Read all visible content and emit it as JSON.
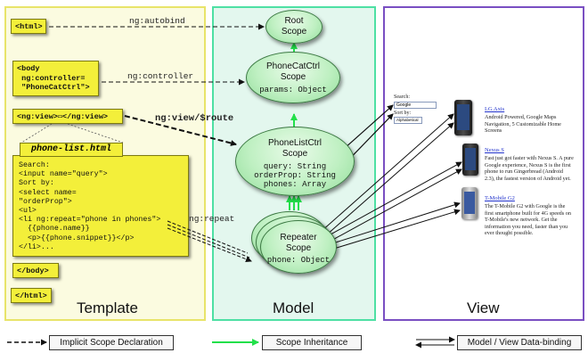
{
  "panels": {
    "template_title": "Template",
    "model_title": "Model",
    "view_title": "View"
  },
  "template": {
    "html_open": "<html>",
    "body_open": "<body\n ng:controller=\n \"PhoneCatCtrl\">",
    "ngview": "<ng:view>▭</ng:view>",
    "file_tab": "phone-list.html",
    "code_lines": [
      "Search:",
      "<input name=\"query\">",
      "Sort by:",
      "<select name=",
      "\"orderProp\">",
      "<ul>",
      "<li ng:repeat=\"phone in phones\">",
      "  {{phone.name}}",
      "  <p>{{phone.snippet}}</p>",
      "</li>..."
    ],
    "body_close": "</body>",
    "html_close": "</html>"
  },
  "edges": {
    "autobind": "ng:autobind",
    "controller": "ng:controller",
    "view_route": "ng:view/$route",
    "repeat": "ng:repeat"
  },
  "model": {
    "root": "Root\nScope",
    "phonecat_title": "PhoneCatCtrl\nScope",
    "phonecat_body": "params: Object",
    "phonelist_title": "PhoneListCtrl\nScope",
    "phonelist_body": "query: String\norderProp: String\nphones: Array",
    "repeater_title": "Repeater\nScope",
    "repeater_body": "phone: Object"
  },
  "view": {
    "search_label": "Search:",
    "search_value": "Google",
    "sort_label": "Sort by:",
    "sort_value": "Alphabetical",
    "phones": [
      {
        "name": "LG Axis",
        "snippet": "Android Powered, Google Maps Navigation, 5 Customizable Home Screens"
      },
      {
        "name": "Nexus S",
        "snippet": "Fast just got faster with Nexus S. A pure Google experience, Nexus S is the first phone to run Gingerbread (Android 2.3), the fastest version of Android yet."
      },
      {
        "name": "T-Mobile G2",
        "snippet": "The T-Mobile G2 with Google is the first smartphone built for 4G speeds on T-Mobile's new network. Get the information you need, faster than you ever thought possible."
      }
    ]
  },
  "legend": {
    "implicit": "Implicit Scope Declaration",
    "inheritance": "Scope Inheritance",
    "binding": "Model / View Data-binding"
  },
  "colors": {
    "template_bg": "#fbfbe0",
    "template_border": "#e8e46a",
    "model_bg": "#e3f7ee",
    "model_border": "#4ee0a4",
    "view_border": "#7a4fc2",
    "code_fill": "#f3ef3a",
    "inheritance_arrow": "#22e04a"
  }
}
